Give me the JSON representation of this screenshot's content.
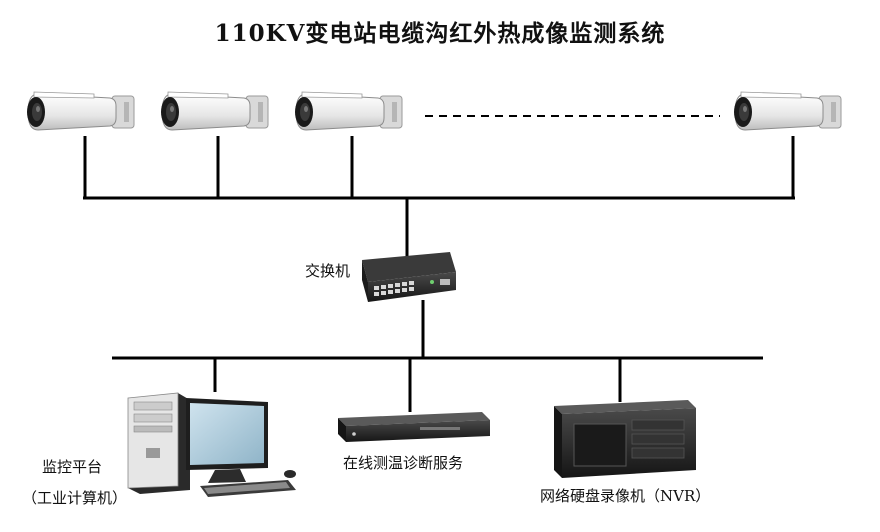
{
  "title": "110KV变电站电缆沟红外热成像监测系统",
  "labels": {
    "switch": "交换机",
    "pc_line1": "监控平台",
    "pc_line2": "（工业计算机）",
    "diagnosis_server": "在线测温诊断服务",
    "nvr": "网络硬盘录像机（NVR）"
  },
  "colors": {
    "line": "#000000",
    "camera_body": "#f2f2f2",
    "camera_lens": "#1a1a1a",
    "device_dark": "#2b2b2b"
  }
}
